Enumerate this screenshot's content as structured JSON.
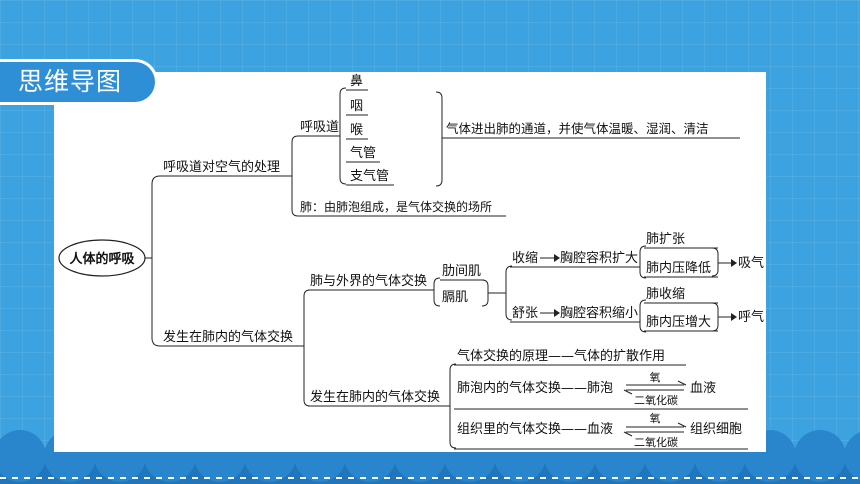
{
  "header": {
    "title": "思维导图"
  },
  "colors": {
    "background": "#3da3e0",
    "badge": "#2e8fd6",
    "panel": "#ffffff"
  },
  "mindmap": {
    "root": "人体的呼吸",
    "branch1": {
      "label": "呼吸道对空气的处理",
      "airway": {
        "label": "呼吸道",
        "parts": [
          "鼻",
          "咽",
          "喉",
          "气管",
          "支气管"
        ],
        "function": "气体进出肺的通道，并使气体温暖、湿润、清洁"
      },
      "lung": "肺：由肺泡组成，是气体交换的场所"
    },
    "branch2": {
      "label": "发生在肺内的气体交换",
      "external": {
        "label": "肺与外界的气体交换",
        "muscles": [
          "肋间肌",
          "膈肌"
        ],
        "contract": {
          "action": "收缩",
          "result": "胸腔容积扩大",
          "details": [
            "肺扩张",
            "肺内压降低"
          ],
          "outcome": "吸气"
        },
        "relax": {
          "action": "舒张",
          "result": "胸腔容积缩小",
          "details": [
            "肺收缩",
            "肺内压增大"
          ],
          "outcome": "呼气"
        }
      },
      "internal": {
        "label": "发生在肺内的气体交换",
        "principle": "气体交换的原理——气体的扩散作用",
        "alveolar": {
          "label": "肺泡内的气体交换——肺泡",
          "target": "血液",
          "top": "氧",
          "bottom": "二氧化碳"
        },
        "tissue": {
          "label": "组织里的气体交换——血液",
          "target": "组织细胞",
          "top": "氧",
          "bottom": "二氧化碳"
        }
      }
    }
  }
}
